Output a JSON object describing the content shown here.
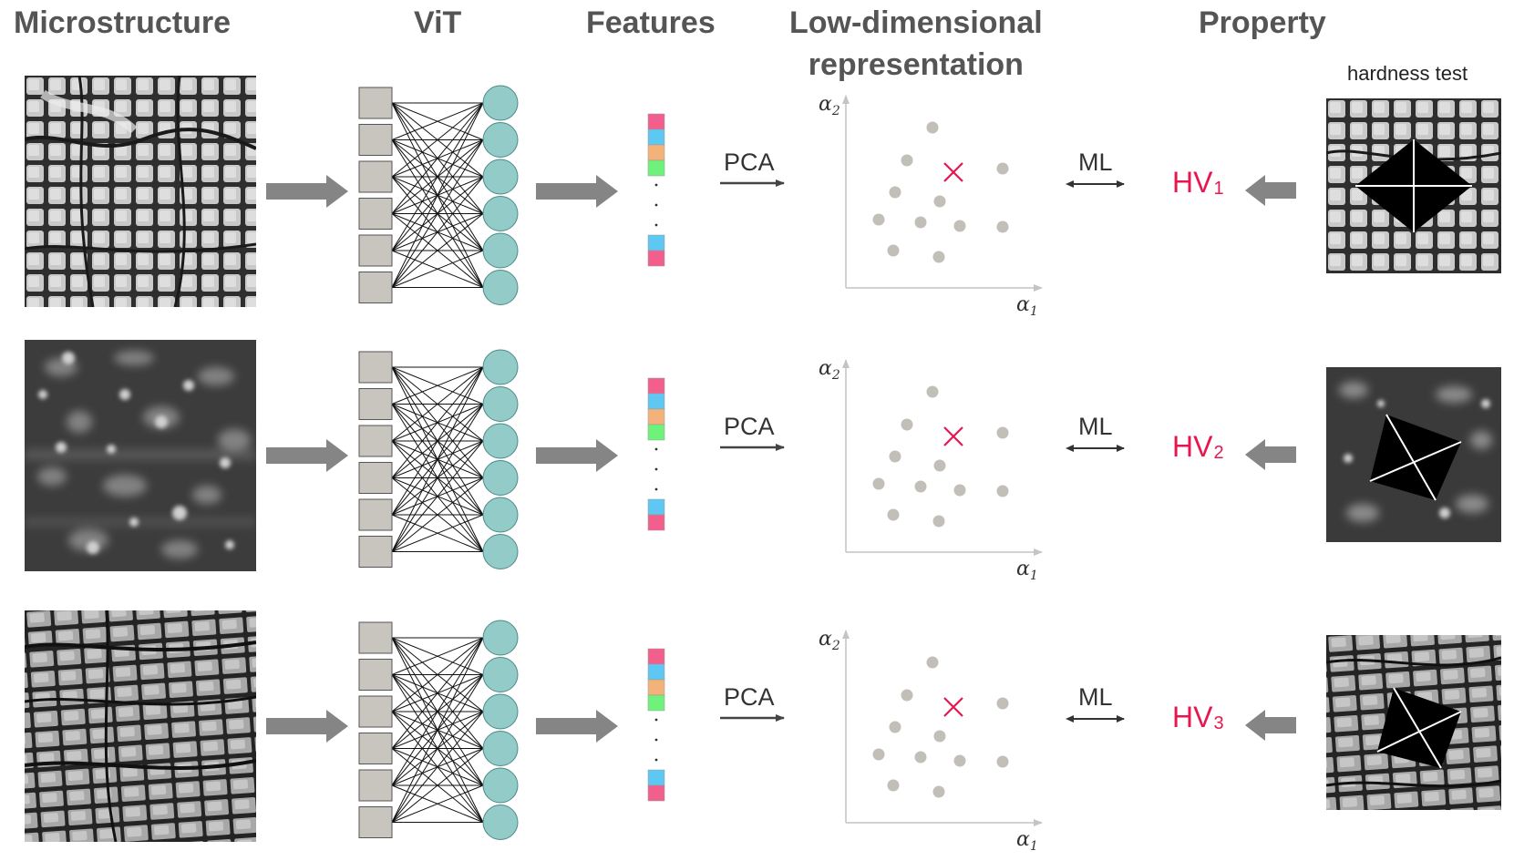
{
  "headers": {
    "microstructure": "Microstructure",
    "vit": "ViT",
    "features": "Features",
    "low_dim_line1": "Low-dimensional",
    "low_dim_line2": "representation",
    "property": "Property"
  },
  "hardness_test_label": "hardness test",
  "pca_label": "PCA",
  "ml_label": "ML",
  "axis_labels": {
    "x_symbol": "α",
    "x_sub": "1",
    "y_symbol": "α",
    "y_sub": "2"
  },
  "rows": [
    {
      "hv_prefix": "HV",
      "hv_sub": "1"
    },
    {
      "hv_prefix": "HV",
      "hv_sub": "2"
    },
    {
      "hv_prefix": "HV",
      "hv_sub": "3"
    }
  ],
  "colors": {
    "arrow_gray": "#858585",
    "token_gray": "#c8c5bf",
    "node_teal": "#93cbc9",
    "dot_gray": "#c2beb8",
    "highlight_red": "#e8164f",
    "feature_pink": "#f25f8d",
    "feature_blue": "#5fc8f2",
    "feature_orange": "#f2b27a",
    "feature_green": "#6ef27a"
  }
}
